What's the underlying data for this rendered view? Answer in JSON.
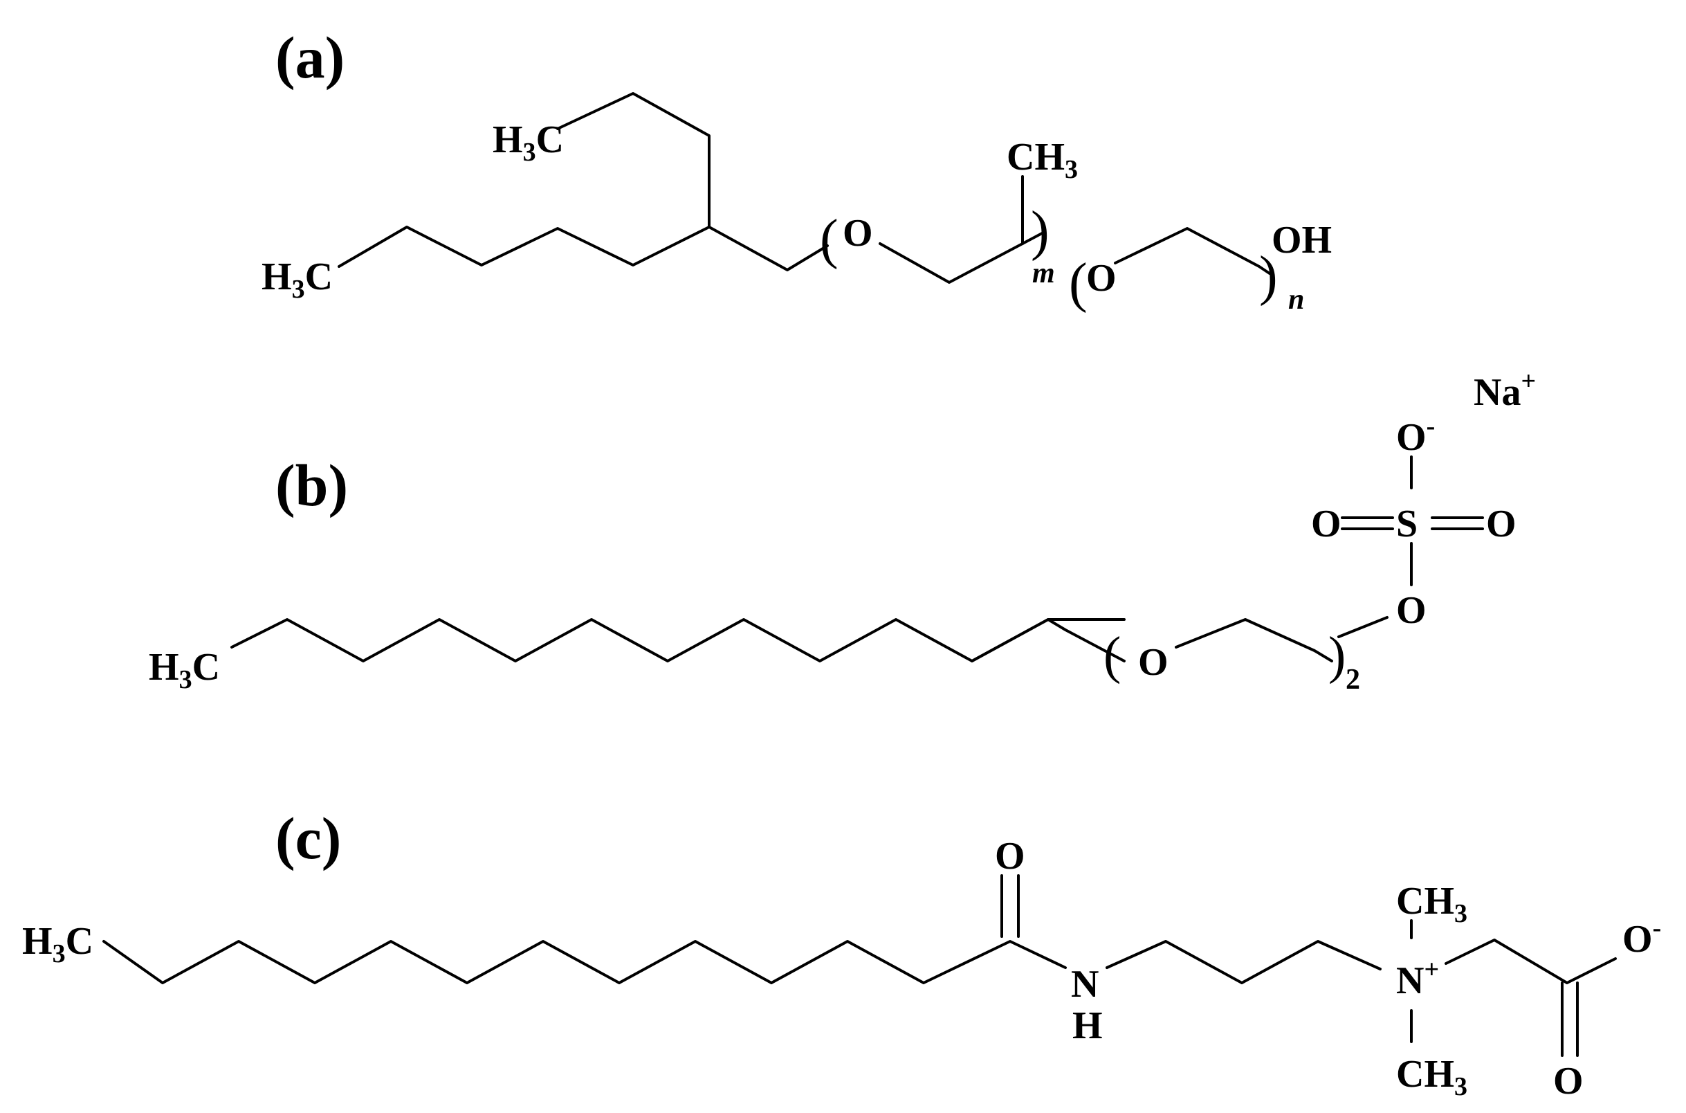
{
  "panels": [
    {
      "id": "a",
      "label": "(a)"
    },
    {
      "id": "b",
      "label": "(b)"
    },
    {
      "id": "c",
      "label": "(c)"
    }
  ],
  "a": {
    "h3c": "H",
    "sub3": "3",
    "c": "C",
    "ch3_ch": "CH",
    "ch3_sub": "3",
    "o1": "O",
    "o2": "O",
    "oh": "OH",
    "m": "m",
    "n": "n",
    "paren_open": "(",
    "paren_close": ")"
  },
  "b": {
    "h3c": "H",
    "sub3": "3",
    "c": "C",
    "na": "Na",
    "plus": "+",
    "o_minus": "O",
    "minus": "-",
    "s": "S",
    "o_left": "O",
    "o_right": "O",
    "o_link": "O",
    "o_chain": "O",
    "repeat": "2",
    "paren_open": "(",
    "paren_close": ")"
  },
  "c": {
    "h3c": "H",
    "sub3": "3",
    "c": "C",
    "o_carbonyl": "O",
    "nh_n": "N",
    "nh_h": "H",
    "n_plus": "N",
    "plus": "+",
    "ch3_top": "CH",
    "ch3_bottom": "CH",
    "ch3_sub": "3",
    "o_minus": "O",
    "minus": "-",
    "o_bottom": "O"
  }
}
